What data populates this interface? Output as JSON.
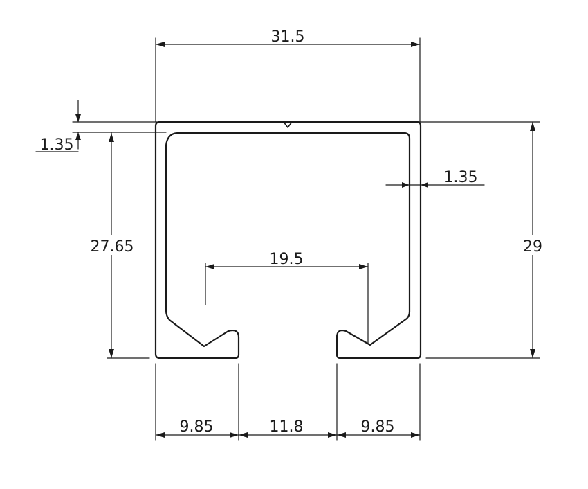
{
  "drawing": {
    "dimensions": {
      "overall_width": "31.5",
      "wall_top_thickness": "1.35",
      "wall_side_thickness": "1.35",
      "inner_height": "27.65",
      "overall_height": "29",
      "slot_lip_width": "19.5",
      "bottom_left_flange": "9.85",
      "bottom_slot_opening": "11.8",
      "bottom_right_flange": "9.85"
    }
  }
}
